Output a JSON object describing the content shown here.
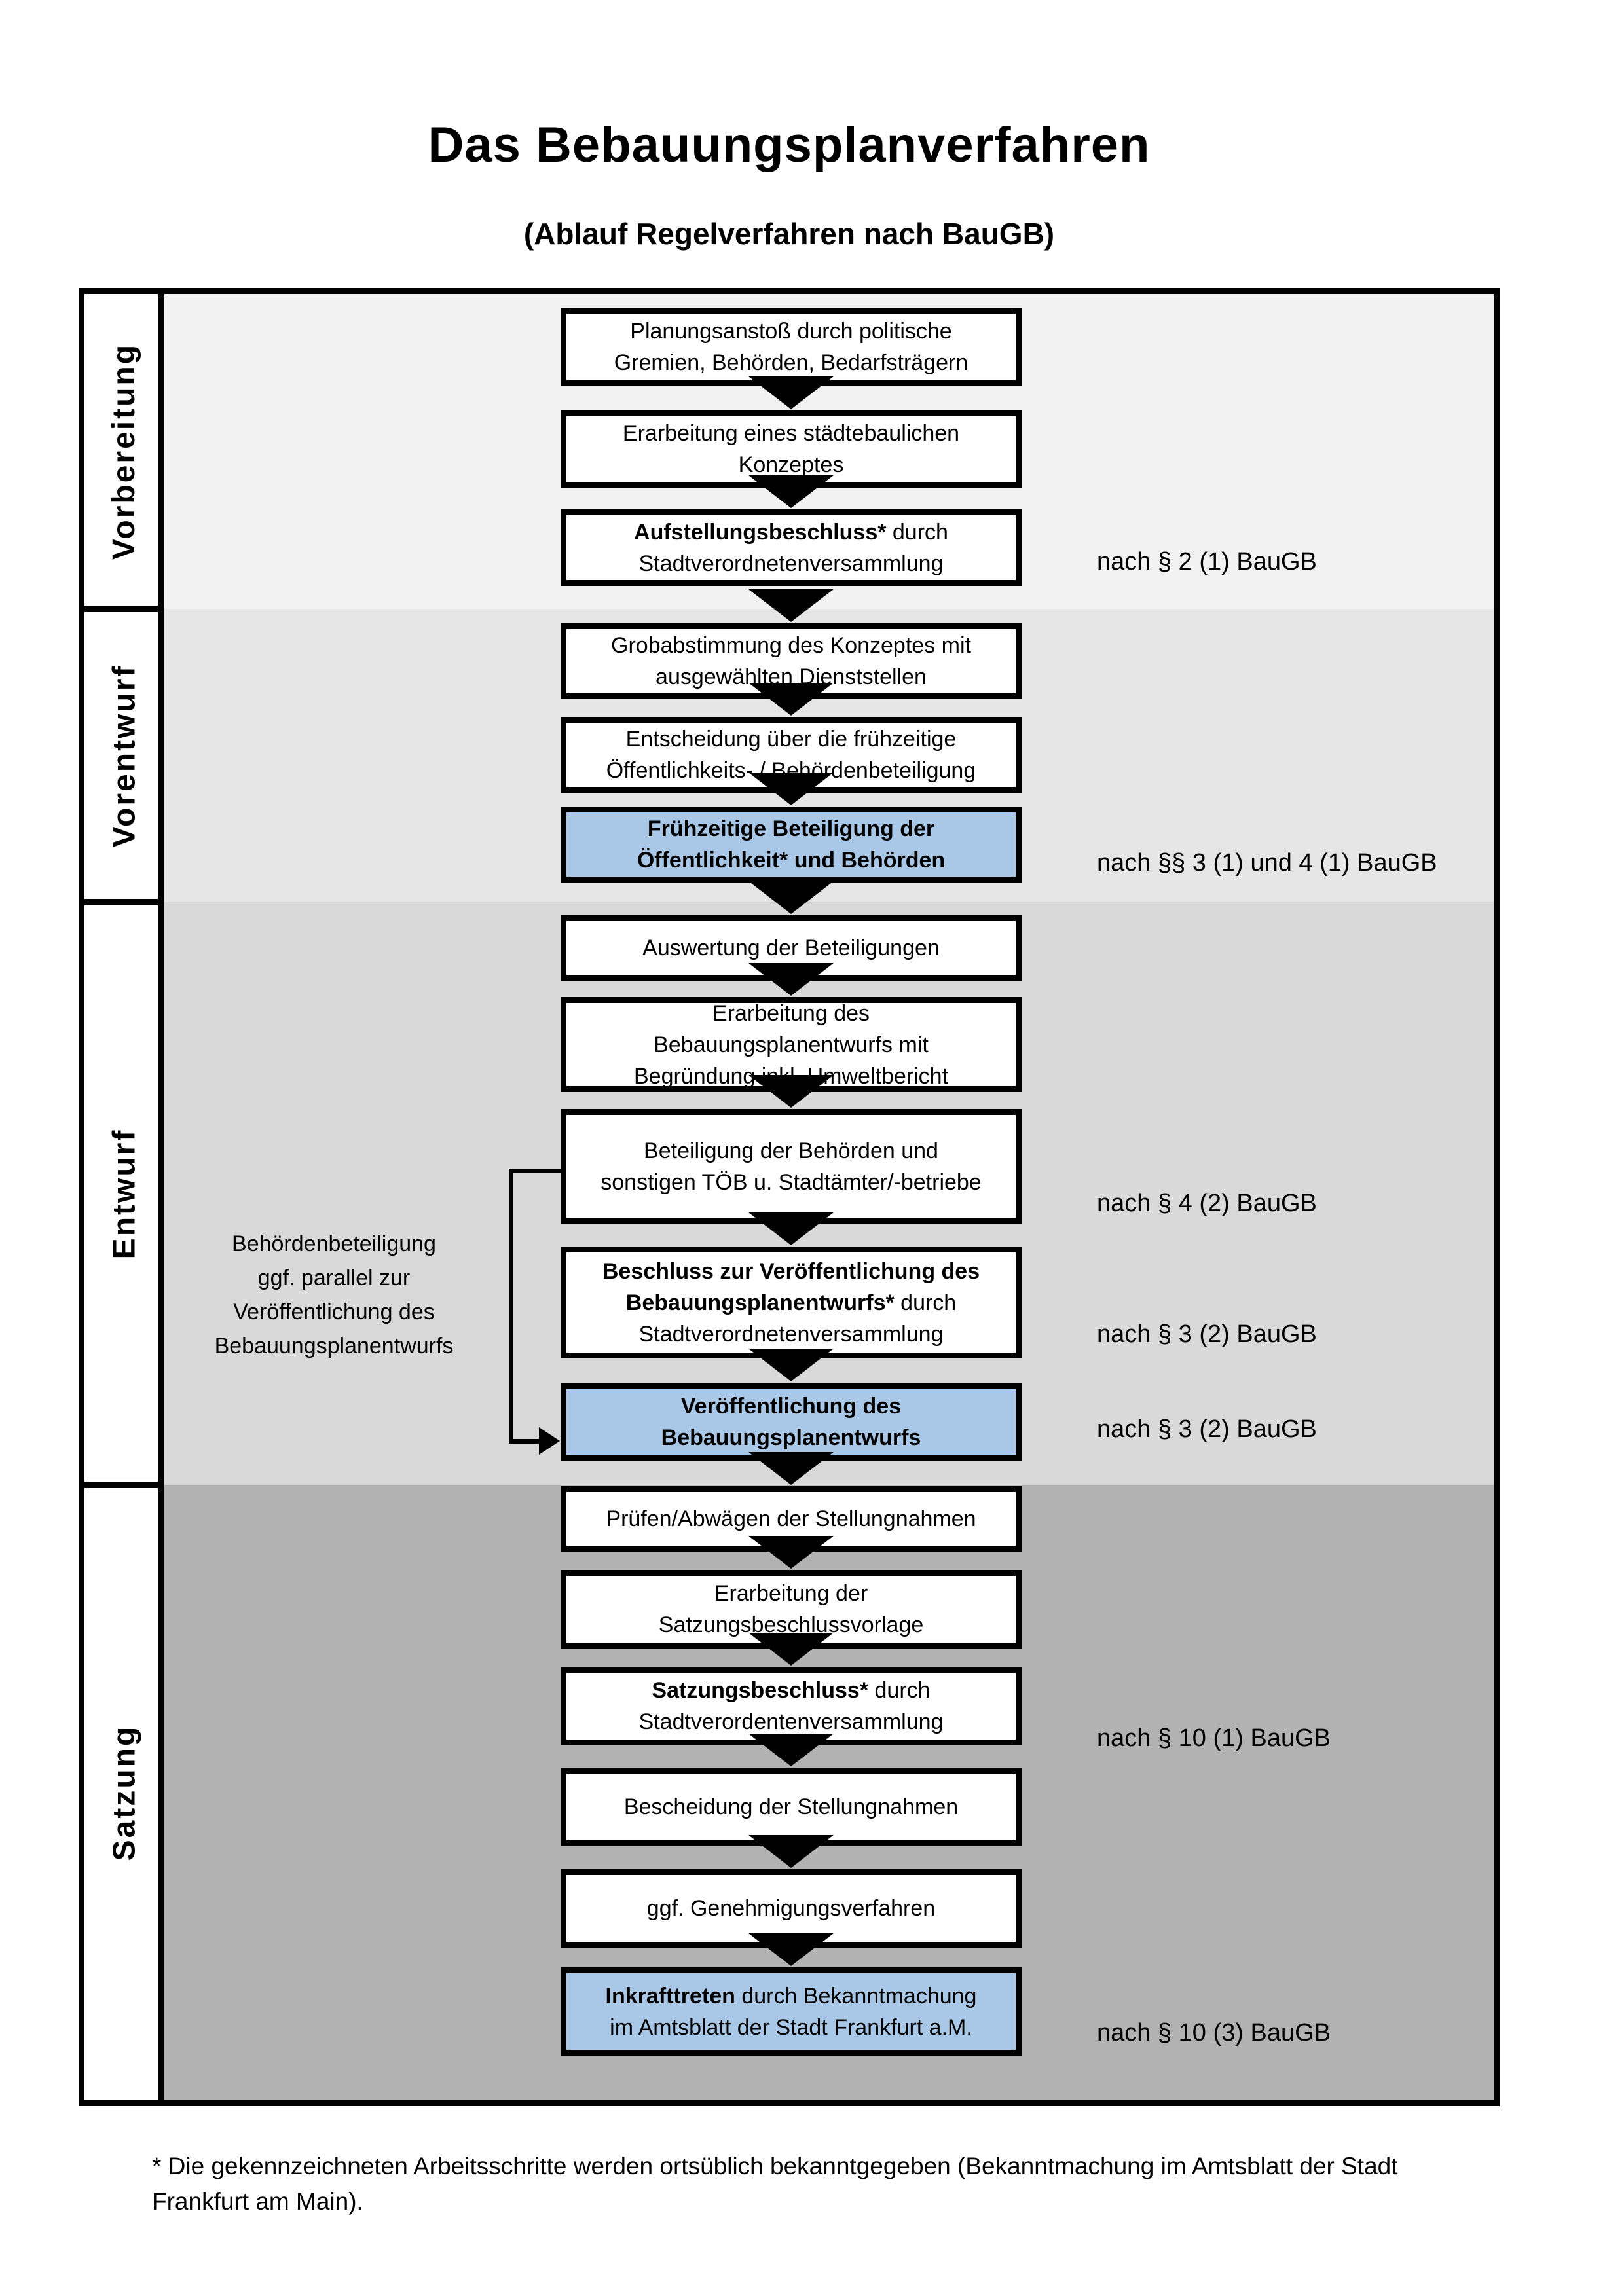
{
  "title": "Das Bebauungsplanverfahren",
  "subtitle": "(Ablauf Regelverfahren nach BauGB)",
  "sections": [
    {
      "label": "Vorbereitung"
    },
    {
      "label": "Vorentwurf"
    },
    {
      "label": "Entwurf"
    },
    {
      "label": "Satzung"
    }
  ],
  "boxes": {
    "b1": {
      "l1": "Planungsanstoß durch politische",
      "l2": "Gremien, Behörden, Bedarfsträgern"
    },
    "b2": {
      "l1": "Erarbeitung eines städtebaulichen",
      "l2": "Konzeptes"
    },
    "b3": {
      "bold": "Aufstellungsbeschluss*",
      "rest": " durch",
      "l2": "Stadtverordnetenversammlung"
    },
    "b4": {
      "l1": "Grobabstimmung des Konzeptes mit",
      "l2": "ausgewählten Dienststellen"
    },
    "b5": {
      "l1": "Entscheidung über die frühzeitige",
      "l2": "Öffentlichkeits- / Behördenbeteiligung"
    },
    "b6": {
      "bold1": "Frühzeitige Beteiligung der",
      "bold2": "Öffentlichkeit* und Behörden"
    },
    "b7": {
      "l1": "Auswertung der Beteiligungen"
    },
    "b8": {
      "l1": "Erarbeitung des",
      "l2": "Bebauungsplanentwurfs mit",
      "l3": "Begründung inkl. Umweltbericht"
    },
    "b9": {
      "l1": "Beteiligung der Behörden und",
      "l2": "sonstigen TÖB u. Stadtämter/-betriebe"
    },
    "b10": {
      "bold1": "Beschluss zur Veröffentlichung des",
      "bold2": "Bebauungsplanentwurfs*",
      "rest": " durch",
      "l3": "Stadtverordnetenversammlung"
    },
    "b11": {
      "bold1": "Veröffentlichung des",
      "bold2": "Bebauungsplanentwurfs"
    },
    "b12": {
      "l1": "Prüfen/Abwägen der Stellungnahmen"
    },
    "b13": {
      "l1": "Erarbeitung der",
      "l2": "Satzungsbeschlussvorlage"
    },
    "b14": {
      "bold": "Satzungsbeschluss*",
      "rest": " durch",
      "l2": "Stadtverordentenversammlung"
    },
    "b15": {
      "l1": "Bescheidung der Stellungnahmen"
    },
    "b16": {
      "l1": "ggf. Genehmigungsverfahren"
    },
    "b17": {
      "bold": "Inkrafttreten",
      "rest": " durch Bekanntmachung",
      "l2": "im Amtsblatt der Stadt Frankfurt a.M."
    }
  },
  "annotations": {
    "a1": "nach § 2 (1) BauGB",
    "a2": "nach §§ 3 (1) und 4 (1) BauGB",
    "a3": "nach § 4 (2) BauGB",
    "a4": "nach § 3 (2) BauGB",
    "a5": "nach § 3 (2) BauGB",
    "a6": "nach § 10 (1) BauGB",
    "a7": "nach § 10 (3) BauGB"
  },
  "side_note": {
    "l1": "Behördenbeteiligung",
    "l2": "ggf. parallel zur",
    "l3": "Veröffentlichung des",
    "l4": "Bebauungsplanentwurfs"
  },
  "footnote": {
    "line1": "* Die gekennzeichneten Arbeitsschritte werden ortsüblich bekanntgegeben (Bekanntmachung im Amtsblatt  der Stadt",
    "line2": "Frankfurt am Main)."
  },
  "colors": {
    "highlight_blue": "#a9c8e8",
    "section_vorbereitung_bg": "#f2f2f2",
    "section_vorentwurf_bg": "#e6e6e6",
    "section_entwurf_bg": "#d9d9d9",
    "section_satzung_bg": "#b2b2b2",
    "line_black": "#000000",
    "page_bg": "#ffffff"
  }
}
